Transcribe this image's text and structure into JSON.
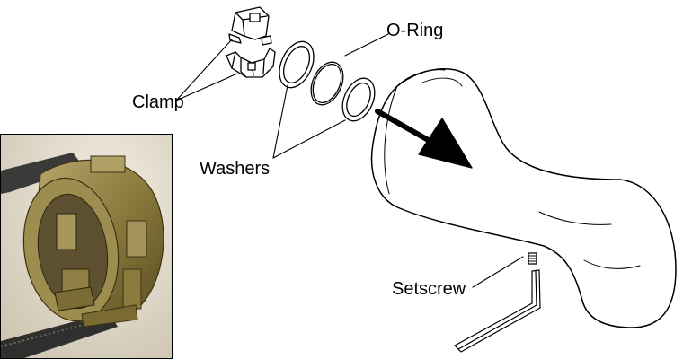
{
  "labels": {
    "clamp": "Clamp",
    "oring": "O-Ring",
    "washers": "Washers",
    "setscrew": "Setscrew"
  },
  "icons": {
    "clamp": "split-clamp-icon",
    "washer": "washer-ring-icon",
    "oring": "o-ring-icon",
    "spout": "tub-spout-icon",
    "arrow": "direction-arrow-icon",
    "setscrew": "setscrew-icon",
    "hex_key": "hex-key-icon"
  },
  "colors": {
    "line": "#000000",
    "background": "#ffffff",
    "photo_brass": "#8a7a3c",
    "photo_background": "#e9e2d2"
  }
}
